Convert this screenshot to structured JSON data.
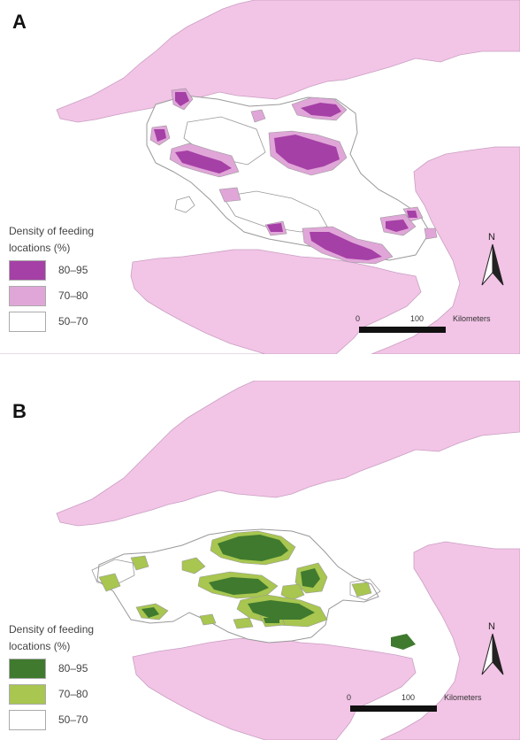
{
  "panels": [
    {
      "letter": "A",
      "legend": {
        "title": "Density of feeding locations (%)",
        "classes": [
          {
            "label": "80–95",
            "color": "#a540a6"
          },
          {
            "label": "70–80",
            "color": "#e0a6d8"
          },
          {
            "label": "50–70",
            "color": "#ffffff"
          }
        ]
      },
      "scale": {
        "zero": "0",
        "max": "100",
        "unit": "Kilometers"
      },
      "north": "N"
    },
    {
      "letter": "B",
      "legend": {
        "title": "Density of feeding locations (%)",
        "classes": [
          {
            "label": "80–95",
            "color": "#3f7a2e"
          },
          {
            "label": "70–80",
            "color": "#a8c650"
          },
          {
            "label": "50–70",
            "color": "#ffffff"
          }
        ]
      },
      "scale": {
        "zero": "0",
        "max": "100",
        "unit": "Kilometers"
      },
      "north": "N"
    }
  ],
  "colors": {
    "land": "#f2c4e6",
    "coast": "#c9a0c2",
    "contour": "#999999"
  },
  "icons": [
    "north-arrow-icon"
  ]
}
